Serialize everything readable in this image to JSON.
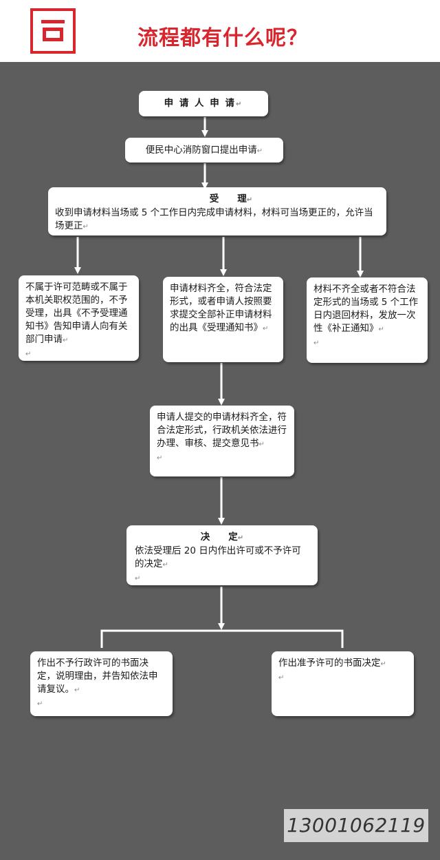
{
  "header": {
    "title": "流程都有什么呢？",
    "brand_color": "#d8262f"
  },
  "flow": {
    "step1": "申 请 人 申 请",
    "step2": "便民中心消防窗口提出申请",
    "accept": {
      "heading": "受　　理",
      "text": "收到申请材料当场或 5 个工作日内完成申请材料，材料可当场更正的，允许当场更正"
    },
    "branch_left": "不属于许可范畴或不属于本机关职权范围的，不予受理，出具《不予受理通知书》告知申请人向有关部门申请",
    "branch_mid": "申请材料齐全，符合法定形式，或者申请人按照要求提交全部补正申请材料的出具《受理通知书》",
    "branch_right": "材料不齐全或者不符合法定形式的当场或 5 个工作日内退回材料，发放一次性《补正通知》",
    "review": "申请人提交的申请材料齐全，符合法定形式，行政机关依法进行办理、审核、提交意见书",
    "decision": {
      "heading": "决　　定",
      "text": "依法受理后 20 日内作出许可或不予许可的决定"
    },
    "result_deny": "作出不予行政许可的书面决定，说明理由，并告知依法申请复议。",
    "result_grant": "作出准予许可的书面决定"
  },
  "phone": "13001062119"
}
